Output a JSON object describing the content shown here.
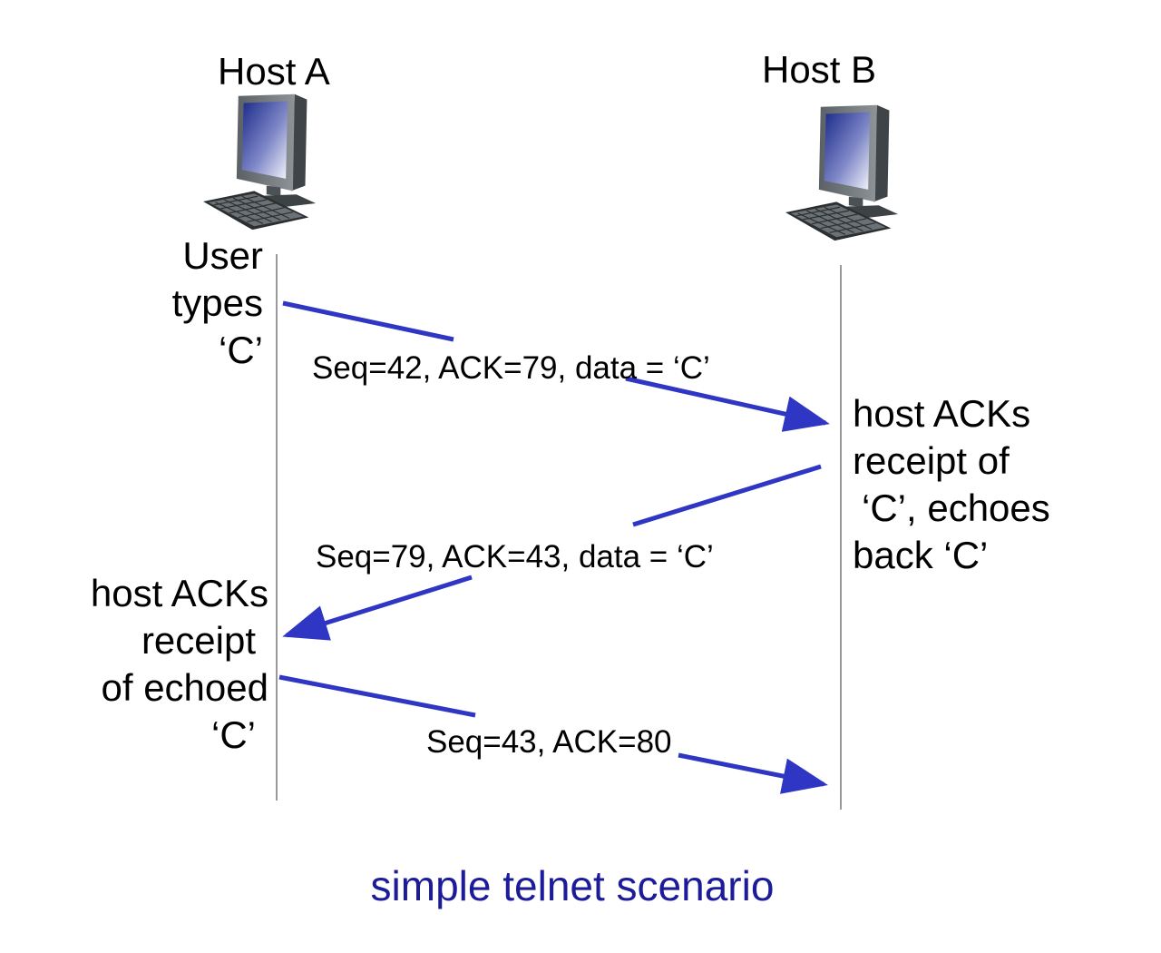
{
  "hosts": {
    "a": {
      "label": "Host A",
      "icon": "desktop-computer-icon"
    },
    "b": {
      "label": "Host B",
      "icon": "desktop-computer-icon"
    }
  },
  "notes": {
    "host_a_top": [
      "User",
      "types",
      "‘C’"
    ],
    "host_b": [
      "host ACKs",
      "receipt of",
      "‘C’, echoes",
      "back  ‘C’"
    ],
    "host_a_bottom": [
      "host ACKs",
      "receipt",
      "of echoed",
      "‘C’"
    ]
  },
  "messages": [
    {
      "label": "Seq=42, ACK=79, data =  ‘C’",
      "from": "Host A",
      "to": "Host B"
    },
    {
      "label": "Seq=79, ACK=43, data =  ‘C’",
      "from": "Host B",
      "to": "Host A"
    },
    {
      "label": "Seq=43, ACK=80",
      "from": "Host A",
      "to": "Host B"
    }
  ],
  "caption": "simple telnet scenario",
  "colors": {
    "arrow": "#2f36c4",
    "timeline": "#9a9a9a",
    "caption": "#1c1c9a",
    "text": "#000000"
  }
}
